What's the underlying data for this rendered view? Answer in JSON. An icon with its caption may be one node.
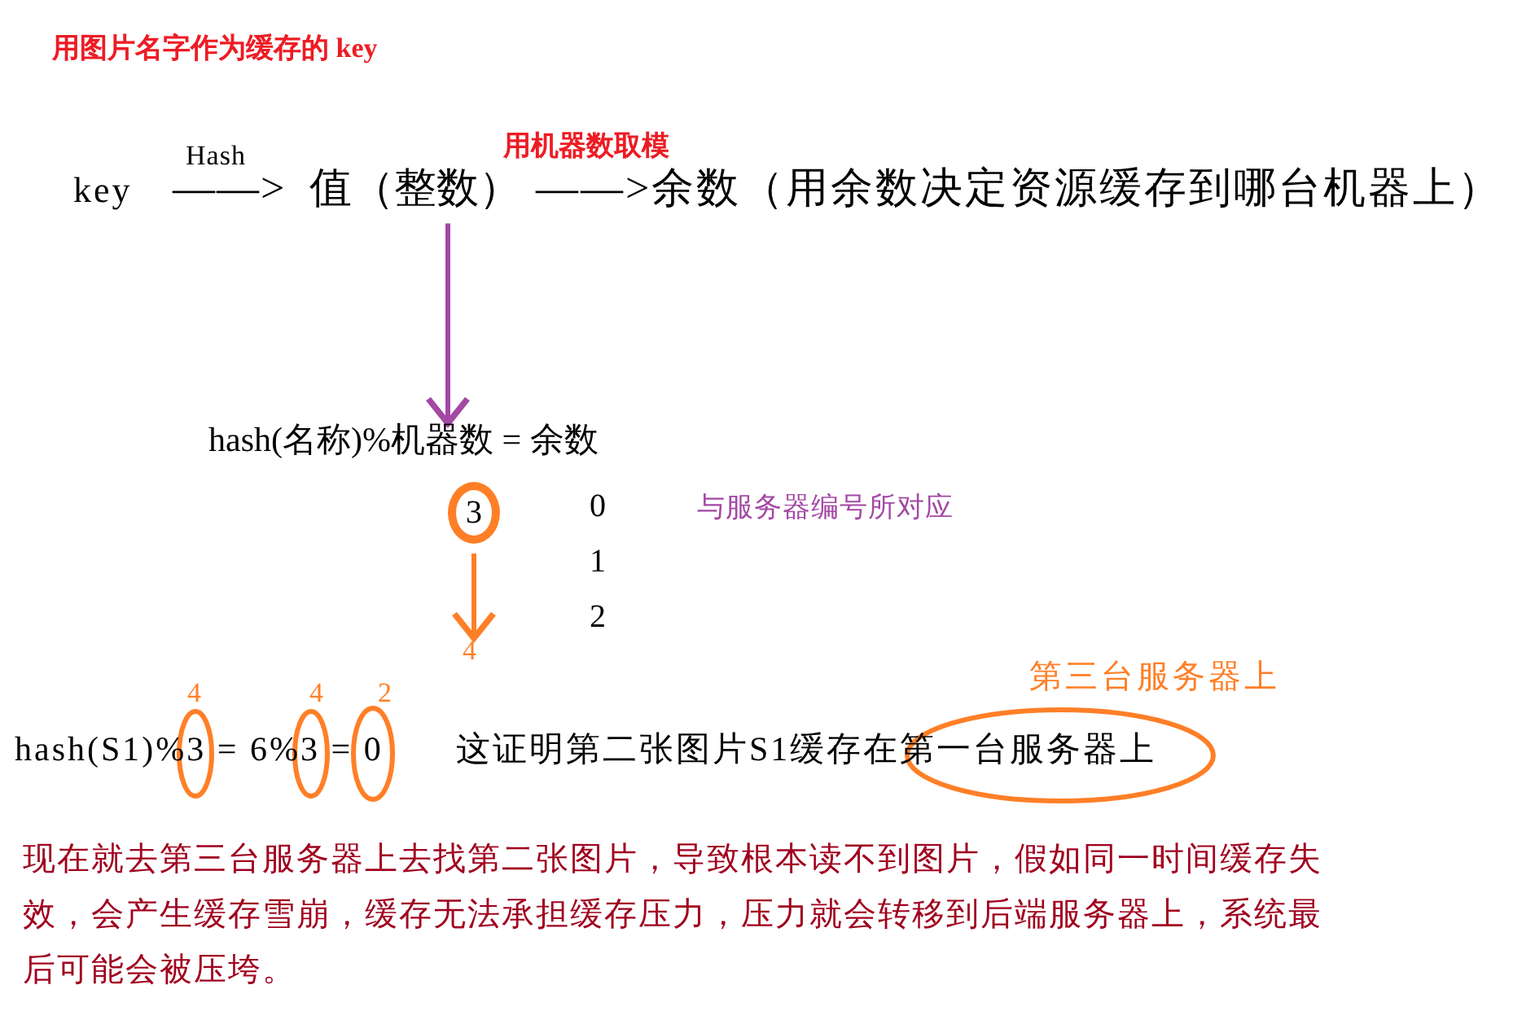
{
  "diagram": {
    "title": "用图片名字作为缓存的 key",
    "nodes": [
      {
        "text": [
          "值（整数）"
        ]
      },
      {
        "text": [
          "hash(名称)%机器数 = 余数"
        ]
      },
      {
        "text": [
          "3"
        ]
      },
      {
        "text": [
          "4"
        ]
      }
    ],
    "edges": [
      {
        "from": 0,
        "to": 1,
        "arrow": "to",
        "label": "用机器数取模",
        "color": "#a349a4"
      },
      {
        "from": 2,
        "to": 3,
        "arrow": "to",
        "color": "#ff7f27"
      }
    ],
    "labels": [
      "Hash",
      "key",
      "——>",
      "——>余数（用余数决定资源缓存到哪台机器上）",
      "0",
      "与服务器编号所对应",
      "1",
      "2",
      "第三台服务器上",
      "4",
      "4",
      "2",
      "hash(S1)%3 = 6%3 = 0",
      "这证明第二张图片S1缓存在第一台服务器上",
      "现在就去第三台服务器上去找第二张图片，导致根本读不到图片，假如同一时间缓存失效，会产生缓存雪崩，缓存无法承担缓存压力，压力就会转移到后端服务器上，系统最后可能会被压垮。"
    ]
  }
}
